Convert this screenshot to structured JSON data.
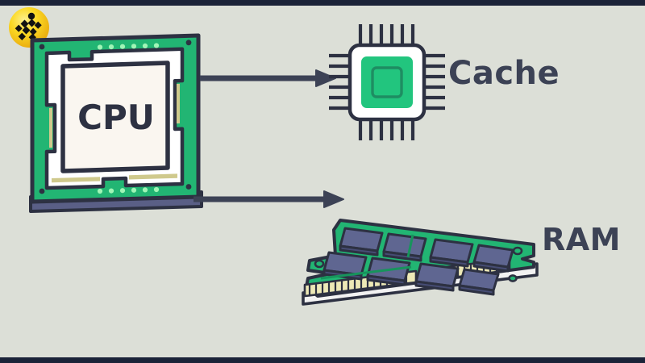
{
  "image": {
    "title": "CPU Cache and RAM Diagram",
    "background_color": "#dcdfd7",
    "band_color": "#1b2338"
  },
  "logo": {
    "name": "watermark-logo",
    "circle_color": "#f7cf1e",
    "circle_highlight": "#fde98a",
    "mark_color": "#1a1a1a"
  },
  "nodes": {
    "cpu": {
      "label": "CPU",
      "label_color": "#2d3142",
      "board_color": "#22b573",
      "board_color_dark": "#17945c",
      "die_color": "#faf6f0",
      "outline_color": "#2d3142",
      "base_color": "#5a5f86",
      "pad_color": "#d6d09a",
      "dot_color": "#9ff5b6",
      "dot_count_top": 6,
      "dot_count_bottom": 6
    },
    "cache": {
      "label": "Cache",
      "label_color": "#3c4255",
      "body_color": "#ffffff",
      "core_color": "#22c57e",
      "inner_color": "#22c57e",
      "pin_color": "#2d3142",
      "outline_color": "#2d3142",
      "pins_per_side": 6
    },
    "ram": {
      "label": "RAM",
      "label_color": "#3c4255",
      "pcb_color": "#22b573",
      "pcb_shade": "#17945c",
      "chip_color": "#5f6691",
      "chip_shade": "#4a5078",
      "contact_color": "#ede9b6",
      "outline_color": "#2d3142",
      "chip_count": 8,
      "chip_rows": 2,
      "chip_columns": 4,
      "contact_count": 30
    }
  },
  "connections": [
    {
      "name": "cpu-to-cache",
      "from": "CPU",
      "to": "Cache",
      "color": "#3c4255"
    },
    {
      "name": "cpu-to-ram",
      "from": "CPU",
      "to": "RAM",
      "color": "#3c4255"
    }
  ]
}
